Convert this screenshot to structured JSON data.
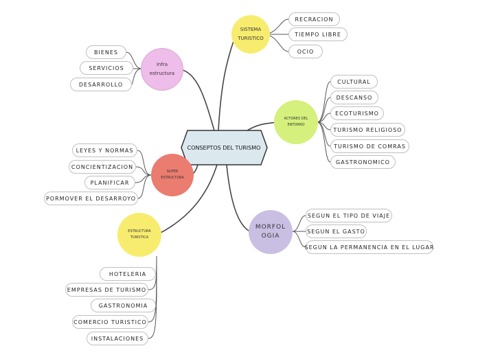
{
  "central": {
    "label": "CONSEPTOS DEL TURISMO",
    "color": "#dbe9ef"
  },
  "branches": {
    "sistema": {
      "label": "SISTEMA TURISTICO",
      "color": "#f8ec6f",
      "items": [
        "RECRACION",
        "TIEMPO LIBRE",
        "OCIO"
      ]
    },
    "infra": {
      "label": "infra estructura",
      "color": "#efbde9",
      "items": [
        "BIENES",
        "SERVICIOS",
        "DESARROLLO"
      ]
    },
    "actores": {
      "label": "ACTORES DEL ENTORNO",
      "color": "#d5f07c",
      "items": [
        "CULTURAL",
        "DESCANSO",
        "ECOTURISMO",
        "TURISMO RELIGIOSO",
        "TURISMO DE COMRAS",
        "GASTRONOMICO"
      ]
    },
    "super": {
      "label": "SUPER ESTRUCTURA",
      "color": "#ea7c70",
      "items": [
        "LEYES Y NORMAS",
        "CONCIENTIZACION",
        "PLANIFICAR",
        "PORMOVER EL DESARROYO"
      ]
    },
    "morfologia": {
      "label": "MORFOL OGIA",
      "color": "#c9bfe3",
      "items": [
        "SEGUN EL TIPO DE VIAJE",
        "SEGUN EL GASTO",
        "SEGUN LA PERMANENCIA EN EL LUGAR"
      ]
    },
    "estructura": {
      "label": "ESTRUCTURA TURISTICA",
      "color": "#f8ec6f",
      "items": [
        "HOTELERIA",
        "EMPRESAS DE TURISMO",
        "GASTRONOMIA",
        "COMERCIO TURISTICO",
        "INSTALACIONES"
      ]
    }
  }
}
